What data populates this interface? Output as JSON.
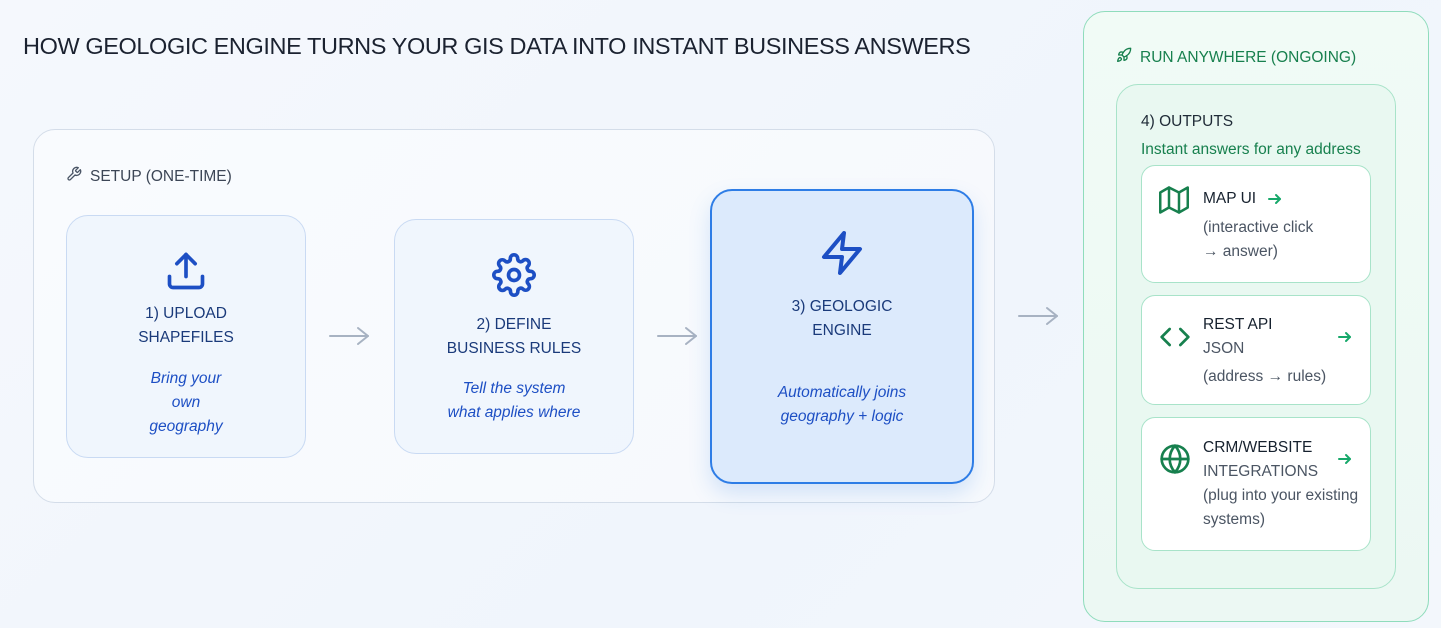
{
  "title": "HOW GEOLOGIC ENGINE TURNS YOUR GIS DATA INTO INSTANT BUSINESS ANSWERS",
  "setup": {
    "label": "SETUP (ONE-TIME)",
    "icon": "wrench-icon",
    "steps": [
      {
        "title": "1) UPLOAD\nSHAPEFILES",
        "desc": "Bring your\nown\ngeography",
        "icon": "upload-icon"
      },
      {
        "title": "2) DEFINE\nBUSINESS RULES",
        "desc": "Tell the system\nwhat applies where",
        "icon": "gear-icon"
      },
      {
        "title": "3) GEOLOGIC\nENGINE",
        "desc": "Automatically joins\ngeography + logic",
        "icon": "lightning-icon"
      }
    ]
  },
  "run": {
    "label": "RUN ANYWHERE (ONGOING)",
    "icon": "rocket-icon",
    "outputs": {
      "title": "4) OUTPUTS",
      "subtitle": "Instant answers for any address",
      "cards": [
        {
          "name": "MAP UI",
          "desc1": "(interactive click",
          "desc2": "→ answer)",
          "icon": "map-icon"
        },
        {
          "name": "REST API",
          "desc1": "JSON",
          "desc2": "(address → rules)",
          "icon": "code-icon"
        },
        {
          "name": "CRM/WEBSITE",
          "desc1": "INTEGRATIONS",
          "desc2": "(plug into your existing",
          "desc3": "systems)",
          "icon": "globe-icon"
        }
      ]
    }
  },
  "colors": {
    "primary_blue": "#1d4fc4",
    "accent_blue": "#2e7de6",
    "green": "#17804e",
    "arrow_gray": "#a7b2c2"
  }
}
